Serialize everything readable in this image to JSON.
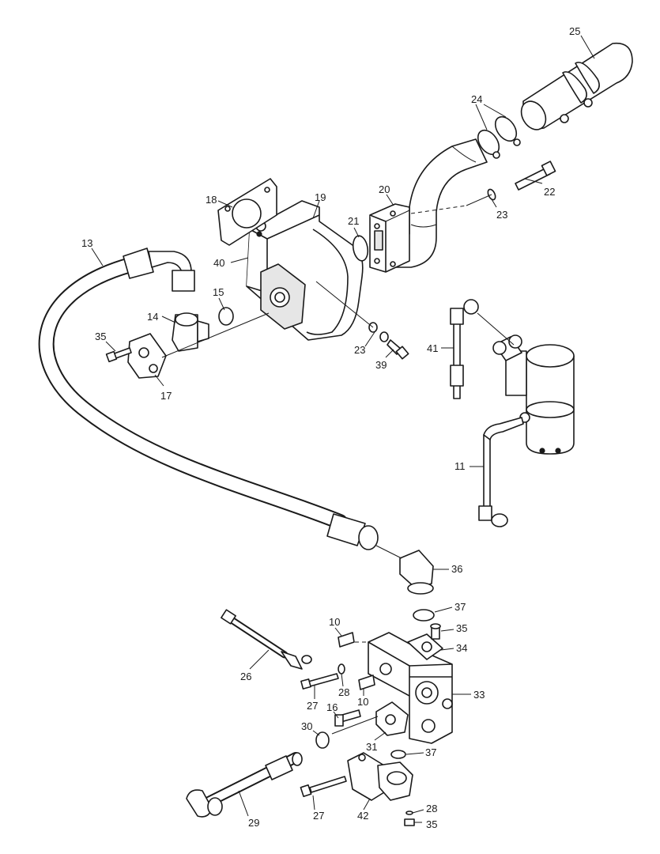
{
  "callouts": [
    {
      "id": "c25",
      "text": "25"
    },
    {
      "id": "c24",
      "text": "24"
    },
    {
      "id": "c22",
      "text": "22"
    },
    {
      "id": "c23a",
      "text": "23"
    },
    {
      "id": "c20",
      "text": "20"
    },
    {
      "id": "c18",
      "text": "18"
    },
    {
      "id": "c19",
      "text": "19"
    },
    {
      "id": "c21",
      "text": "21"
    },
    {
      "id": "c13",
      "text": "13"
    },
    {
      "id": "c40",
      "text": "40"
    },
    {
      "id": "c15",
      "text": "15"
    },
    {
      "id": "c14",
      "text": "14"
    },
    {
      "id": "c35a",
      "text": "35"
    },
    {
      "id": "c17",
      "text": "17"
    },
    {
      "id": "c23b",
      "text": "23"
    },
    {
      "id": "c39",
      "text": "39"
    },
    {
      "id": "c41",
      "text": "41"
    },
    {
      "id": "c11",
      "text": "11"
    },
    {
      "id": "c36",
      "text": "36"
    },
    {
      "id": "c37a",
      "text": "37"
    },
    {
      "id": "c10a",
      "text": "10"
    },
    {
      "id": "c35b",
      "text": "35"
    },
    {
      "id": "c34",
      "text": "34"
    },
    {
      "id": "c26",
      "text": "26"
    },
    {
      "id": "c28a",
      "text": "28"
    },
    {
      "id": "c27a",
      "text": "27"
    },
    {
      "id": "c10b",
      "text": "10"
    },
    {
      "id": "c33",
      "text": "33"
    },
    {
      "id": "c16",
      "text": "16"
    },
    {
      "id": "c30",
      "text": "30"
    },
    {
      "id": "c31",
      "text": "31"
    },
    {
      "id": "c37b",
      "text": "37"
    },
    {
      "id": "c27b",
      "text": "27"
    },
    {
      "id": "c42",
      "text": "42"
    },
    {
      "id": "c28b",
      "text": "28"
    },
    {
      "id": "c29",
      "text": "29"
    },
    {
      "id": "c35c",
      "text": "35"
    }
  ]
}
